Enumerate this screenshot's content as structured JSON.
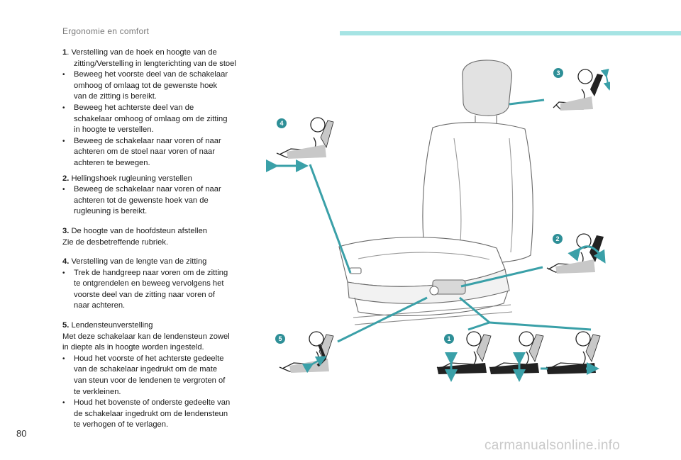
{
  "header": {
    "section_title": "Ergonomie en comfort"
  },
  "page_number": "80",
  "watermark": "carmanualsonline.info",
  "items": {
    "item1": {
      "num": "1",
      "title_first": ". Verstelling van de hoek en hoogte van de",
      "title_second": "zitting/Verstelling in lengterichting van de stoel",
      "bullets": [
        [
          "Beweeg het voorste deel van de schakelaar",
          "omhoog of omlaag tot de gewenste hoek",
          "van de zitting is bereikt."
        ],
        [
          "Beweeg het achterste deel van de",
          "schakelaar omhoog of omlaag om de zitting",
          "in hoogte te verstellen."
        ],
        [
          "Beweeg de schakelaar naar voren of naar",
          "achteren om de stoel naar voren of naar",
          "achteren te bewegen."
        ]
      ]
    },
    "item2": {
      "num": "2.",
      "title": " Hellingshoek rugleuning verstellen",
      "bullets": [
        [
          "Beweeg de schakelaar naar voren of naar",
          "achteren tot de gewenste hoek van de",
          "rugleuning is bereikt."
        ]
      ]
    },
    "item3": {
      "num": "3.",
      "title": " De hoogte van de hoofdsteun afstellen",
      "line2": "Zie de desbetreffende rubriek."
    },
    "item4": {
      "num": "4.",
      "title": " Verstelling van de lengte van de zitting",
      "bullets": [
        [
          "Trek de handgreep naar voren om de zitting",
          "te ontgrendelen en beweeg vervolgens het",
          "voorste deel van de zitting naar voren of",
          "naar achteren."
        ]
      ]
    },
    "item5": {
      "num": "5.",
      "title": " Lendensteunverstelling",
      "desc": [
        "Met deze schakelaar kan de lendensteun zowel",
        "in diepte als in hoogte worden ingesteld."
      ],
      "bullets": [
        [
          "Houd het voorste of het achterste gedeelte",
          "van de schakelaar ingedrukt om de mate",
          "van steun voor de lendenen te vergroten of",
          "te verkleinen."
        ],
        [
          "Houd het bovenste of onderste gedeelte van",
          "de schakelaar ingedrukt om de lendensteun",
          "te verhogen of te verlagen."
        ]
      ]
    }
  },
  "bullet_symbol": "•",
  "callouts": [
    "1",
    "2",
    "3",
    "4",
    "5"
  ],
  "colors": {
    "accent": "#3aa0a8",
    "header_bar": "#a6e4e4",
    "badge": "#2e8f97"
  },
  "icons": [
    "seat-illustration",
    "headrest-adjust-icon",
    "backrest-adjust-icon",
    "seat-length-icon",
    "lumbar-adjust-icon",
    "seat-height-tilt-icon"
  ]
}
